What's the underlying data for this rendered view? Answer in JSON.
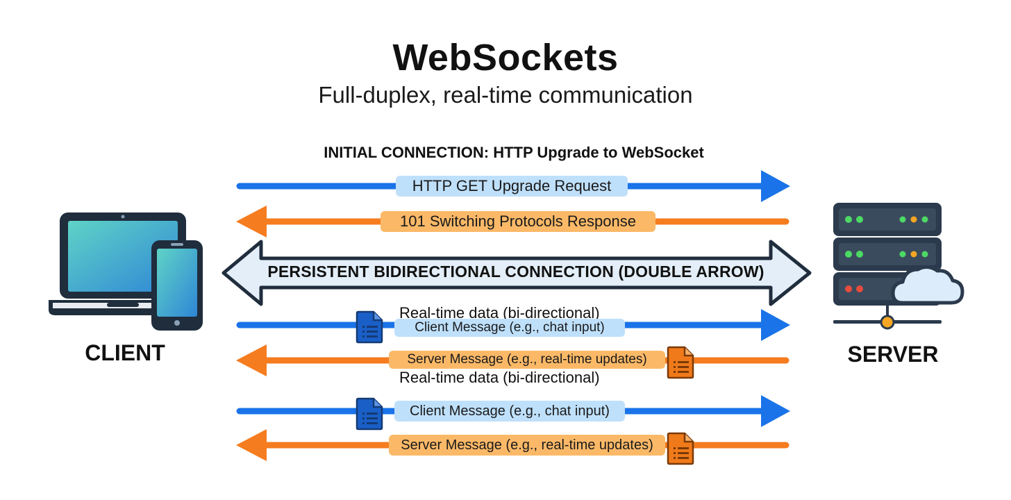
{
  "header": {
    "title": "WebSockets",
    "subtitle": "Full-duplex, real-time communication"
  },
  "section_label": "INITIAL CONNECTION: HTTP Upgrade to WebSocket",
  "client": {
    "label": "CLIENT",
    "icon": "laptop-phone-icon"
  },
  "server": {
    "label": "SERVER",
    "icon": "server-cloud-icon"
  },
  "handshake": {
    "request": "HTTP GET Upgrade Request",
    "response": "101 Switching Protocols Response"
  },
  "persistent_label": "PERSISTENT BIDIRECTIONAL CONNECTION (DOUBLE ARROW)",
  "exchanges": [
    {
      "caption": "Real-time data (bi-directional)",
      "client_message": "Client Message (e.g., chat input)",
      "server_message": "Server Message (e.g., real-time updates)"
    },
    {
      "caption": "Real-time data (bi-directional)",
      "client_message": "Client Message (e.g., chat input)",
      "server_message": "Server Message (e.g., real-time updates)"
    }
  ],
  "colors": {
    "client_to_server": "#1a73e8",
    "server_to_client": "#f57c1f",
    "persistent_fill": "#e3eef8",
    "persistent_stroke": "#1f2d3d",
    "device_dark": "#1f2d3d"
  }
}
